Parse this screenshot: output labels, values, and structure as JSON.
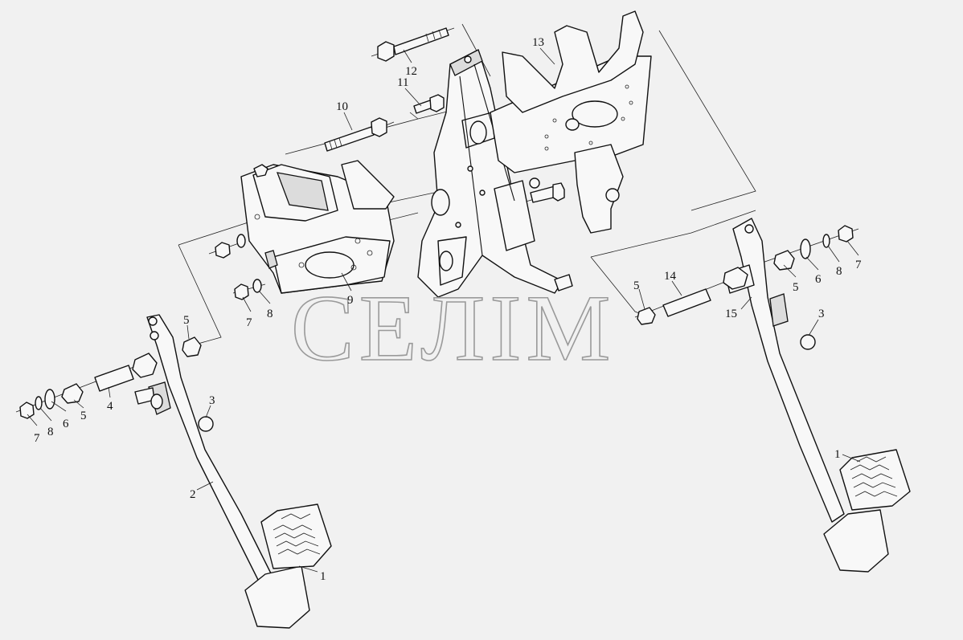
{
  "watermark": "СЕЛІМ",
  "callouts": [
    {
      "id": "c1a",
      "label": "1"
    },
    {
      "id": "c1b",
      "label": "1"
    },
    {
      "id": "c2",
      "label": "2"
    },
    {
      "id": "c3a",
      "label": "3"
    },
    {
      "id": "c3b",
      "label": "3"
    },
    {
      "id": "c4",
      "label": "4"
    },
    {
      "id": "c5a",
      "label": "5"
    },
    {
      "id": "c5b",
      "label": "5"
    },
    {
      "id": "c5c",
      "label": "5"
    },
    {
      "id": "c5d",
      "label": "5"
    },
    {
      "id": "c6a",
      "label": "6"
    },
    {
      "id": "c6b",
      "label": "6"
    },
    {
      "id": "c7a",
      "label": "7"
    },
    {
      "id": "c7b",
      "label": "7"
    },
    {
      "id": "c7c",
      "label": "7"
    },
    {
      "id": "c8a",
      "label": "8"
    },
    {
      "id": "c8b",
      "label": "8"
    },
    {
      "id": "c8c",
      "label": "8"
    },
    {
      "id": "c9",
      "label": "9"
    },
    {
      "id": "c10",
      "label": "10"
    },
    {
      "id": "c11",
      "label": "11"
    },
    {
      "id": "c12",
      "label": "12"
    },
    {
      "id": "c13",
      "label": "13"
    },
    {
      "id": "c14",
      "label": "14"
    },
    {
      "id": "c15",
      "label": "15"
    }
  ]
}
